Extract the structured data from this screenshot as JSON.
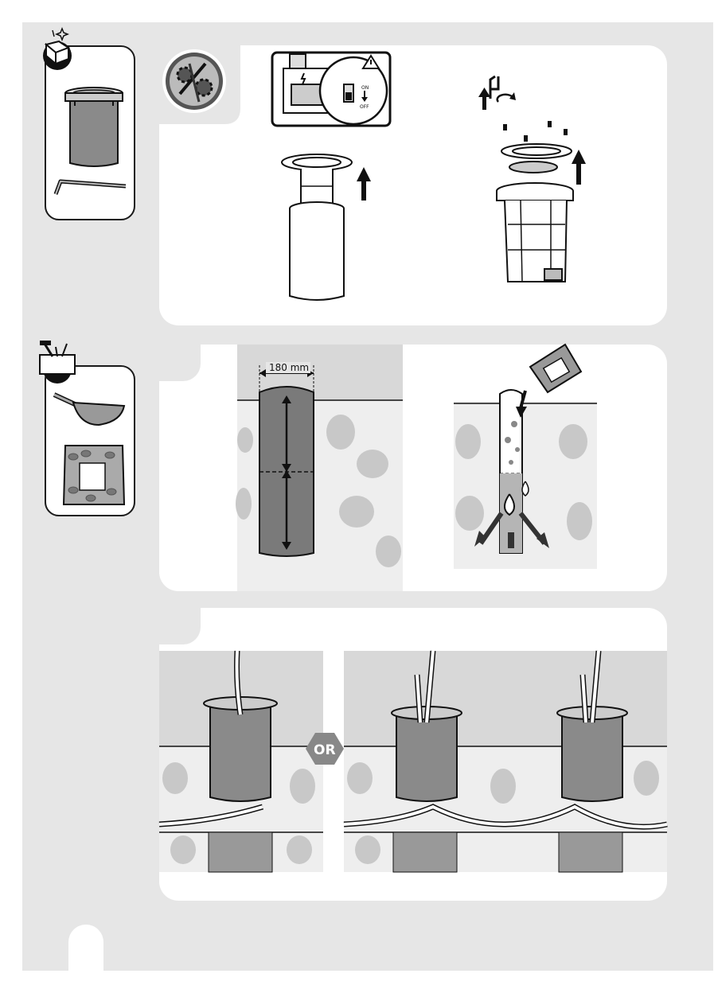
{
  "diameter_label": "180 mm",
  "or_label": "OR",
  "switch_on": "ON",
  "switch_off": "OFF",
  "icons": [
    "unbox-icon",
    "tools-icon",
    "hex-key-icon",
    "trowel-icon",
    "gravel-bag-icon",
    "warning-icon",
    "lightning-icon"
  ]
}
